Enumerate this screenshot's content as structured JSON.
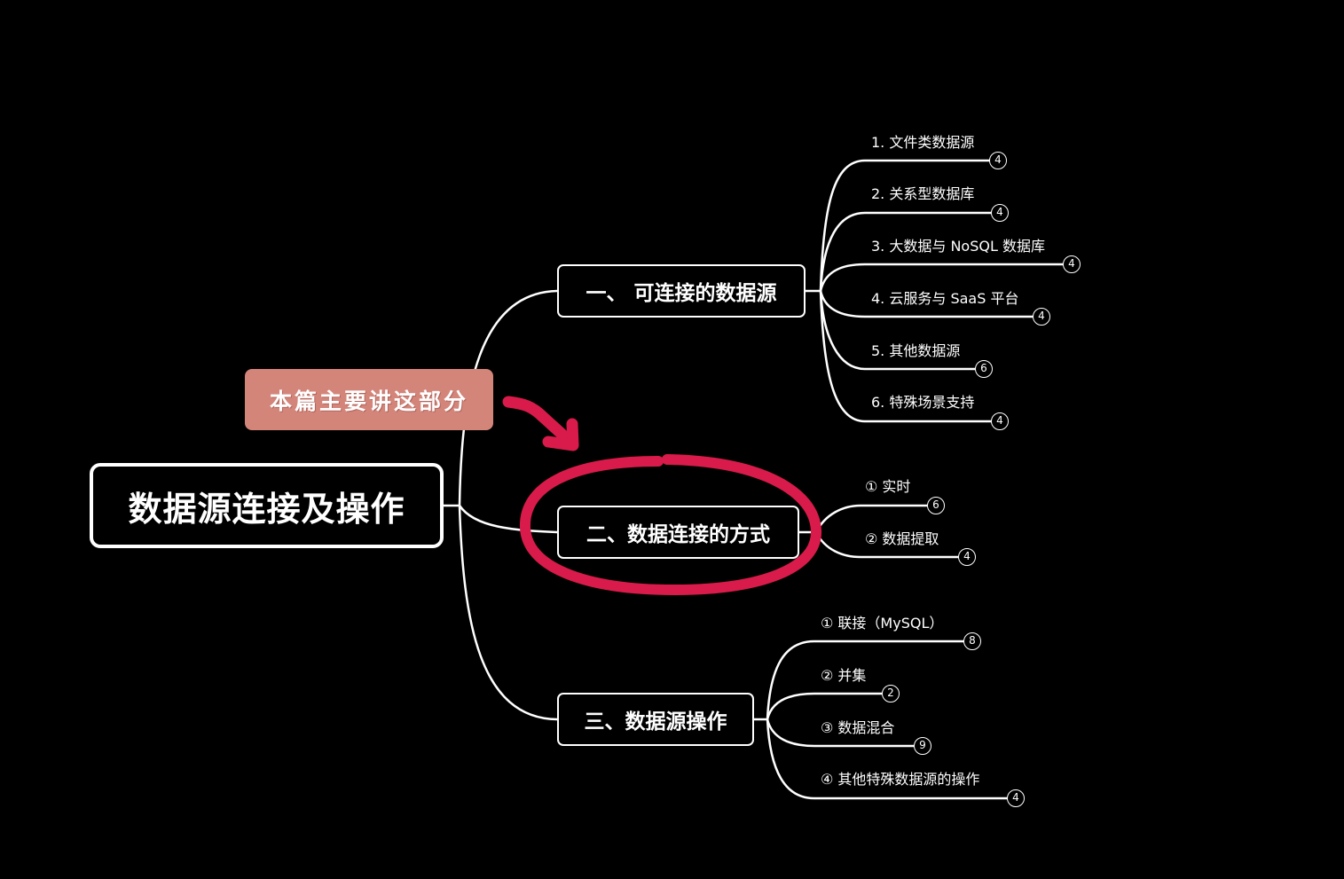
{
  "mindmap": {
    "root": {
      "label": "数据源连接及操作"
    },
    "annotation": {
      "callout_text": "本篇主要讲这部分",
      "callout_color": "#d4857a",
      "highlight_color": "#d81b4a",
      "highlighted_branch": "二、数据连接的方式"
    },
    "branches": [
      {
        "label": "一、 可连接的数据源",
        "children": [
          {
            "label": "1. 文件类数据源",
            "count": "4"
          },
          {
            "label": "2. 关系型数据库",
            "count": "4"
          },
          {
            "label": "3. 大数据与 NoSQL 数据库",
            "count": "4"
          },
          {
            "label": "4. 云服务与 SaaS 平台",
            "count": "4"
          },
          {
            "label": "5. 其他数据源",
            "count": "6"
          },
          {
            "label": "6. 特殊场景支持",
            "count": "4"
          }
        ]
      },
      {
        "label": "二、数据连接的方式",
        "children": [
          {
            "label": "① 实时",
            "count": "6"
          },
          {
            "label": "② 数据提取",
            "count": "4"
          }
        ]
      },
      {
        "label": "三、数据源操作",
        "children": [
          {
            "label": "① 联接（MySQL）",
            "count": "8"
          },
          {
            "label": "② 并集",
            "count": "2"
          },
          {
            "label": "③ 数据混合",
            "count": "9"
          },
          {
            "label": "④ 其他特殊数据源的操作",
            "count": "4"
          }
        ]
      }
    ]
  }
}
